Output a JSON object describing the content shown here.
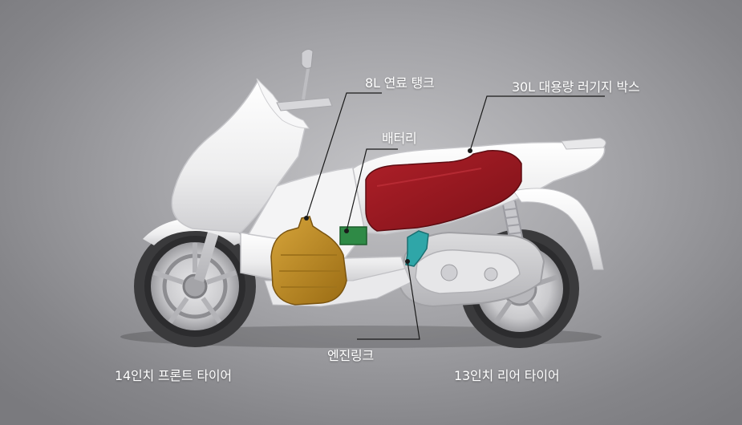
{
  "labels": {
    "fuel_tank": "8L 연료 탱크",
    "luggage_box": "30L 대용량 러기지 박스",
    "battery": "배터리",
    "engine_link": "엔진링크",
    "front_tire": "14인치 프론트 타이어",
    "rear_tire": "13인치 리어 타이어"
  },
  "colors": {
    "fuel_tank": "#b8861f",
    "luggage_box": "#9b1b22",
    "battery": "#2f8a46",
    "engine_link": "#2fa6a8",
    "body": "#f2f2f3",
    "tire": "#3a3a3c"
  },
  "icons": {
    "main": "scooter-illustration"
  }
}
